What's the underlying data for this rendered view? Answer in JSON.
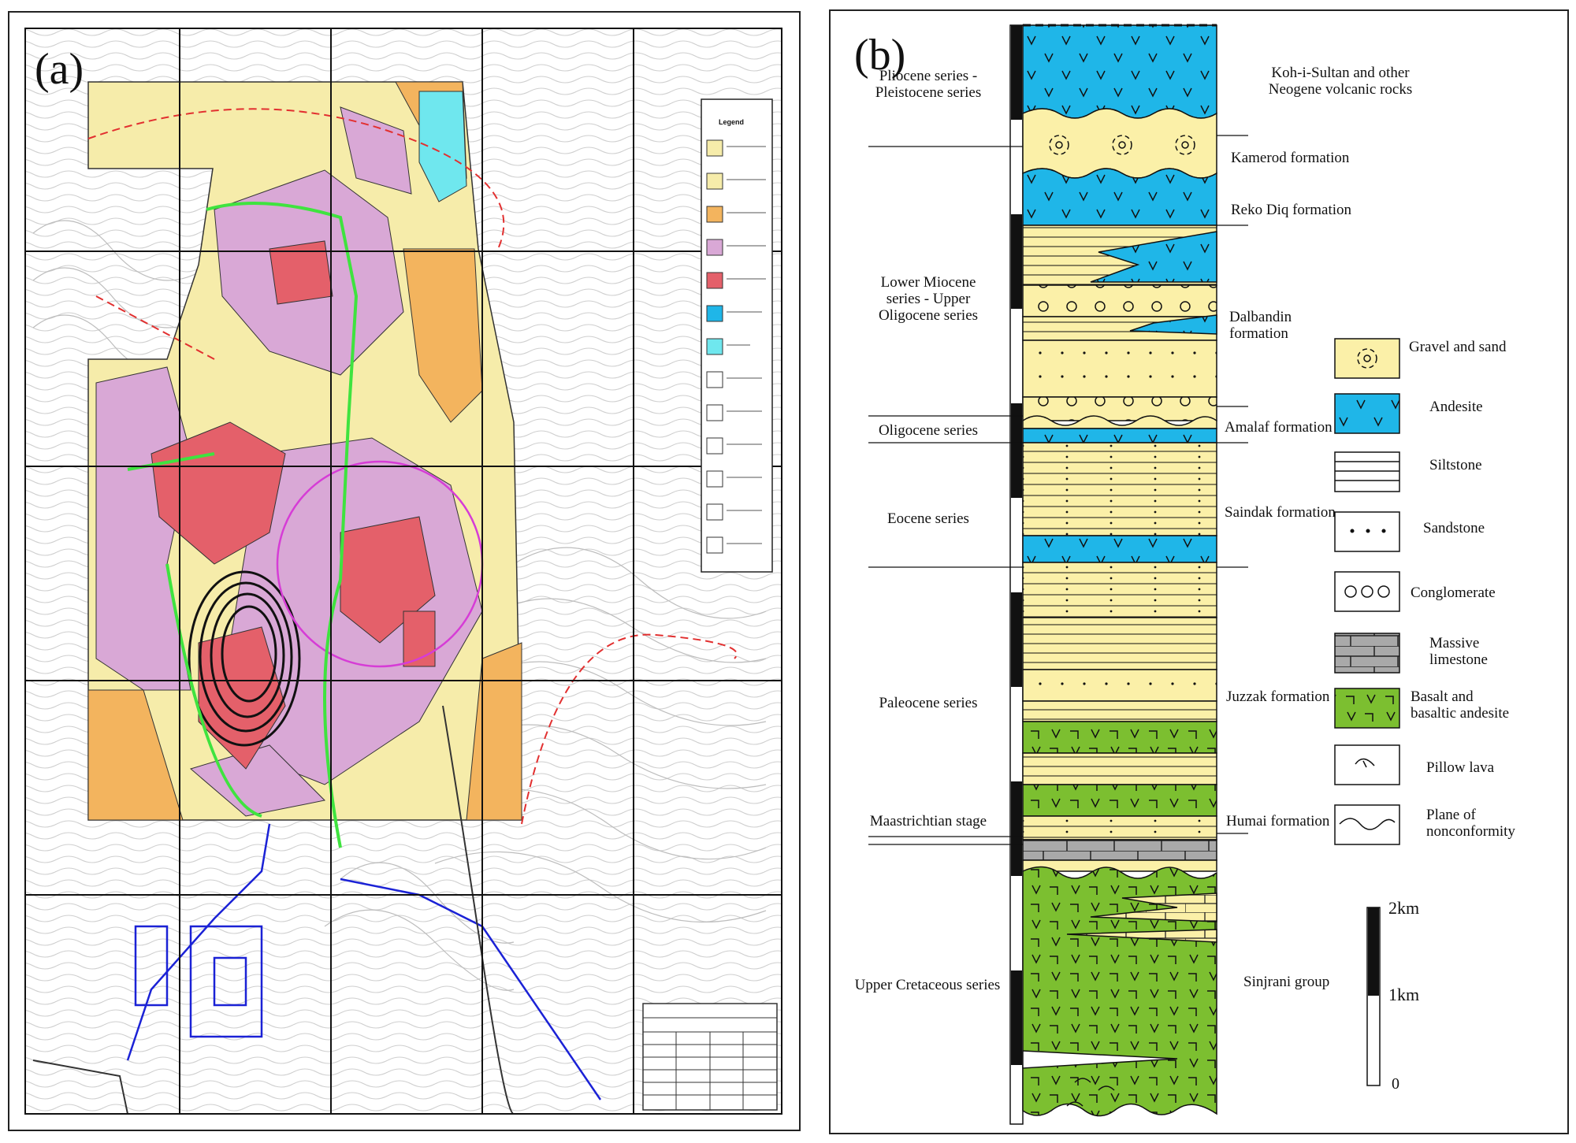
{
  "panel_a": {
    "label": "(a)",
    "legend_title": "Legend"
  },
  "panel_b": {
    "label": "(b)",
    "series": {
      "pliocene": [
        "Pliocene series -",
        "Pleistocene series"
      ],
      "miocene": [
        "Lower Miocene",
        "series - Upper",
        "Oligocene series"
      ],
      "oligocene": "Oligocene series",
      "eocene": "Eocene series",
      "paleocene": "Paleocene series",
      "maastrichtian": "Maastrichtian stage",
      "cretaceous": "Upper Cretaceous series"
    },
    "formations": {
      "koh": [
        "Koh-i-Sultan and other",
        "Neogene volcanic rocks"
      ],
      "kamerod": "Kamerod formation",
      "reko": "Reko Diq formation",
      "dalbandin": [
        "Dalbandin",
        "formation"
      ],
      "amalaf": "Amalaf formation",
      "saindak": "Saindak formation",
      "juzzak": "Juzzak formation",
      "humai": "Humai formation",
      "sinjrani": "Sinjrani group"
    },
    "legend": {
      "gravel": "Gravel and sand",
      "andesite": "Andesite",
      "siltstone": "Siltstone",
      "sandstone": "Sandstone",
      "conglomerate": "Conglomerate",
      "limestone": [
        "Massive",
        "limestone"
      ],
      "basalt": [
        "Basalt and",
        "basaltic andesite"
      ],
      "pillow": "Pillow lava",
      "nonconformity": [
        "Plane of",
        "nonconformity"
      ]
    },
    "scale": {
      "top": "2km",
      "mid": "1km",
      "bottom": "0"
    }
  },
  "colors": {
    "andesite": "#1fb6e8",
    "sand": "#fbf0a8",
    "basalt": "#7cbf30",
    "limestone": "#a9a9a9",
    "geo_red": "#e4606a",
    "geo_purple": "#d9a8d6",
    "geo_yellow": "#f6ecaa",
    "geo_orange": "#f3b45e",
    "geo_cyan": "#6fe7ee"
  }
}
